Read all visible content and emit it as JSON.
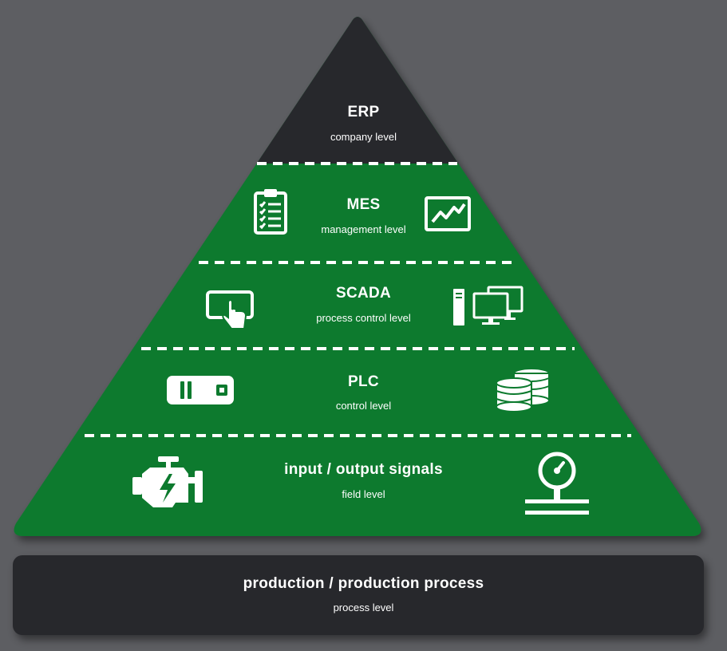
{
  "levels": [
    {
      "id": "erp",
      "title": "ERP",
      "subtitle": "company level",
      "icons": []
    },
    {
      "id": "mes",
      "title": "MES",
      "subtitle": "management level",
      "icons": [
        "clipboard-checklist-icon",
        "line-chart-monitor-icon"
      ]
    },
    {
      "id": "scada",
      "title": "SCADA",
      "subtitle": "process control level",
      "icons": [
        "touchscreen-hand-icon",
        "computer-workstations-icon"
      ]
    },
    {
      "id": "plc",
      "title": "PLC",
      "subtitle": "control level",
      "icons": [
        "plc-module-icon",
        "database-stack-icon"
      ]
    },
    {
      "id": "io",
      "title": "input / output signals",
      "subtitle": "field level",
      "icons": [
        "engine-icon",
        "pressure-gauge-icon"
      ]
    }
  ],
  "base": {
    "title": "production / production process",
    "subtitle": "process level"
  },
  "colors": {
    "background": "#5d5e62",
    "dark": "#27282c",
    "green": "#0c7a2e",
    "text": "#ffffff"
  }
}
